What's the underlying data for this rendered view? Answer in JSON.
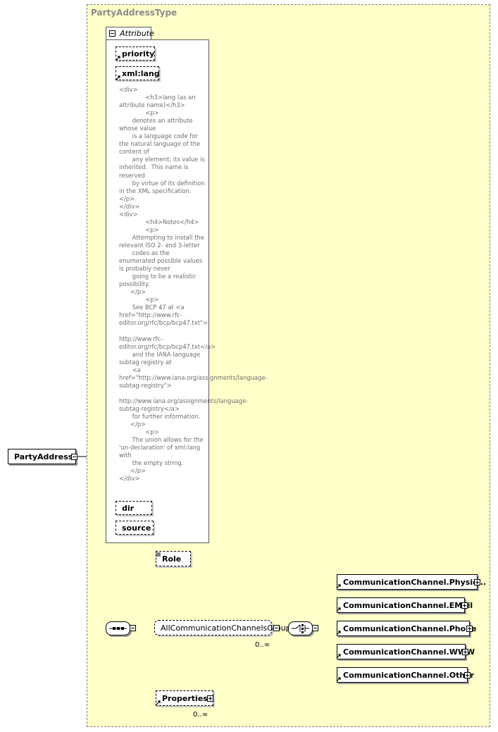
{
  "diagram": {
    "type_title": "PartyAddressType",
    "root_element": "PartyAddress",
    "attribute_group_label": "Attribute",
    "attributes": [
      "priority",
      "xml:lang",
      "dir",
      "source"
    ],
    "documentation": "<div>\n              <h3>lang (as an attribute name)</h3>\n              <p>\n       denotes an attribute whose value\n       is a language code for the natural language of the content of\n       any element; its value is inherited.  This name is reserved\n       by virtue of its definition in the XML specification.</p>\n</div>\n<div>\n              <h4>Notes</h4>\n              <p>\n       Attempting to install the relevant ISO 2- and 3-letter\n       codes as the enumerated possible values is probably never\n       going to be a realistic possibility.\n      </p>\n              <p>\n       See BCP 47 at <a href=\"http://www.rfc-editor.org/rfc/bcp/bcp47.txt\">\n\nhttp://www.rfc-editor.org/rfc/bcp/bcp47.txt</a>\n       and the IANA language subtag registry at\n       <a href=\"http://www.iana.org/assignments/language-subtag-registry\">\n\nhttp://www.iana.org/assignments/language-subtag-registry</a>\n       for further information.\n      </p>\n              <p>\n       The union allows for the 'un-declaration' of xml:lang with\n       the empty string.\n      </p>\n</div>",
    "role_element": "Role",
    "group_name": "AllCommunicationChannelsGroup",
    "group_occurrence": "0..∞",
    "choice_elements": [
      "CommunicationChannel.Physic...",
      "CommunicationChannel.EMail",
      "CommunicationChannel.Phone",
      "CommunicationChannel.WWW",
      "CommunicationChannel.Other"
    ],
    "properties_element": "Properties",
    "properties_occurrence": "0..∞"
  },
  "colors": {
    "type_background": "#ffffc9",
    "border": "#000000",
    "muted_text": "#6f6f6f",
    "title_text": "#8c8c8c"
  }
}
